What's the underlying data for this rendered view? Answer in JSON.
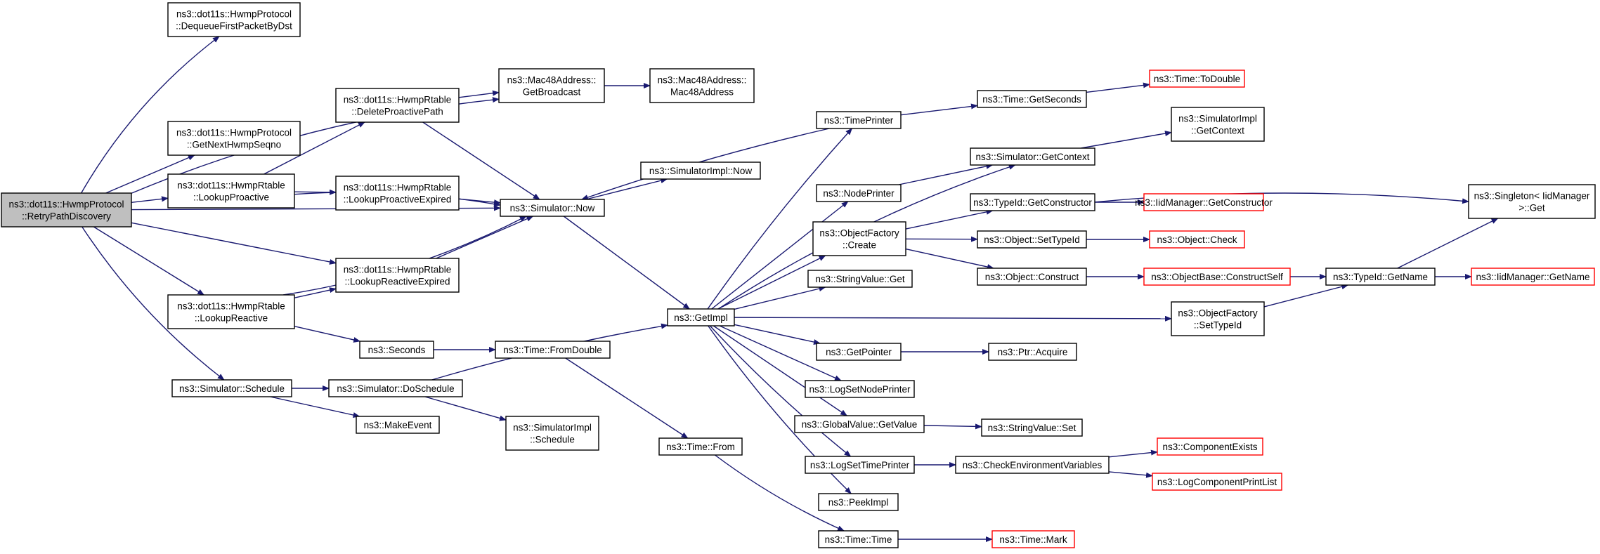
{
  "diagram": {
    "colors": {
      "edge": "#191970",
      "node_border": "#000000",
      "node_border_truncated": "#ff0000",
      "root_fill": "#bfbfbf",
      "node_fill": "#ffffff"
    },
    "nodes": [
      {
        "id": "root",
        "lines": [
          "ns3::dot11s::HwmpProtocol",
          "::RetryPathDiscovery"
        ],
        "kind": "root"
      },
      {
        "id": "dequeue",
        "lines": [
          "ns3::dot11s::HwmpProtocol",
          "::DequeueFirstPacketByDst"
        ],
        "kind": "normal"
      },
      {
        "id": "getnexthwmp",
        "lines": [
          "ns3::dot11s::HwmpProtocol",
          "::GetNextHwmpSeqno"
        ],
        "kind": "normal"
      },
      {
        "id": "lookupproactive",
        "lines": [
          "ns3::dot11s::HwmpRtable",
          "::LookupProactive"
        ],
        "kind": "normal"
      },
      {
        "id": "lookupreactive",
        "lines": [
          "ns3::dot11s::HwmpRtable",
          "::LookupReactive"
        ],
        "kind": "normal"
      },
      {
        "id": "schedule",
        "lines": [
          "ns3::Simulator::Schedule"
        ],
        "kind": "normal"
      },
      {
        "id": "deleteproactive",
        "lines": [
          "ns3::dot11s::HwmpRtable",
          "::DeleteProactivePath"
        ],
        "kind": "normal"
      },
      {
        "id": "lookupproexp",
        "lines": [
          "ns3::dot11s::HwmpRtable",
          "::LookupProactiveExpired"
        ],
        "kind": "normal"
      },
      {
        "id": "lookupreexp",
        "lines": [
          "ns3::dot11s::HwmpRtable",
          "::LookupReactiveExpired"
        ],
        "kind": "normal"
      },
      {
        "id": "seconds",
        "lines": [
          "ns3::Seconds"
        ],
        "kind": "normal"
      },
      {
        "id": "doschedule",
        "lines": [
          "ns3::Simulator::DoSchedule"
        ],
        "kind": "normal"
      },
      {
        "id": "makeevent",
        "lines": [
          "ns3::MakeEvent"
        ],
        "kind": "normal"
      },
      {
        "id": "getbroadcast",
        "lines": [
          "ns3::Mac48Address::",
          "GetBroadcast"
        ],
        "kind": "normal"
      },
      {
        "id": "mac48",
        "lines": [
          "ns3::Mac48Address::",
          "Mac48Address"
        ],
        "kind": "normal"
      },
      {
        "id": "simnow",
        "lines": [
          "ns3::Simulator::Now"
        ],
        "kind": "normal"
      },
      {
        "id": "simimplnow",
        "lines": [
          "ns3::SimulatorImpl::Now"
        ],
        "kind": "normal"
      },
      {
        "id": "fromdouble",
        "lines": [
          "ns3::Time::FromDouble"
        ],
        "kind": "normal"
      },
      {
        "id": "simimplschedule",
        "lines": [
          "ns3::SimulatorImpl",
          "::Schedule"
        ],
        "kind": "normal"
      },
      {
        "id": "getimpl",
        "lines": [
          "ns3::GetImpl"
        ],
        "kind": "normal"
      },
      {
        "id": "timefrom",
        "lines": [
          "ns3::Time::From"
        ],
        "kind": "normal"
      },
      {
        "id": "timeprinter",
        "lines": [
          "ns3::TimePrinter"
        ],
        "kind": "normal"
      },
      {
        "id": "nodeprinter",
        "lines": [
          "ns3::NodePrinter"
        ],
        "kind": "normal"
      },
      {
        "id": "objfactorycreate",
        "lines": [
          "ns3::ObjectFactory",
          "::Create"
        ],
        "kind": "normal"
      },
      {
        "id": "strvalget",
        "lines": [
          "ns3::StringValue::Get"
        ],
        "kind": "normal"
      },
      {
        "id": "getpointer",
        "lines": [
          "ns3::GetPointer"
        ],
        "kind": "normal"
      },
      {
        "id": "logsetnodeprinter",
        "lines": [
          "ns3::LogSetNodePrinter"
        ],
        "kind": "normal"
      },
      {
        "id": "globalvalueget",
        "lines": [
          "ns3::GlobalValue::GetValue"
        ],
        "kind": "normal"
      },
      {
        "id": "logsettimeprinter",
        "lines": [
          "ns3::LogSetTimePrinter"
        ],
        "kind": "normal"
      },
      {
        "id": "peekimpl",
        "lines": [
          "ns3::PeekImpl"
        ],
        "kind": "normal"
      },
      {
        "id": "timetime",
        "lines": [
          "ns3::Time::Time"
        ],
        "kind": "normal"
      },
      {
        "id": "timegetseconds",
        "lines": [
          "ns3::Time::GetSeconds"
        ],
        "kind": "normal"
      },
      {
        "id": "simgetcontext",
        "lines": [
          "ns3::Simulator::GetContext"
        ],
        "kind": "normal"
      },
      {
        "id": "typeidgetctor",
        "lines": [
          "ns3::TypeId::GetConstructor"
        ],
        "kind": "normal"
      },
      {
        "id": "objsettypeid",
        "lines": [
          "ns3::Object::SetTypeId"
        ],
        "kind": "normal"
      },
      {
        "id": "objconstruct",
        "lines": [
          "ns3::Object::Construct"
        ],
        "kind": "normal"
      },
      {
        "id": "objfactorysettypeid",
        "lines": [
          "ns3::ObjectFactory",
          "::SetTypeId"
        ],
        "kind": "normal"
      },
      {
        "id": "ptracquire",
        "lines": [
          "ns3::Ptr::Acquire"
        ],
        "kind": "normal"
      },
      {
        "id": "strvalset",
        "lines": [
          "ns3::StringValue::Set"
        ],
        "kind": "normal"
      },
      {
        "id": "checkenv",
        "lines": [
          "ns3::CheckEnvironmentVariables"
        ],
        "kind": "normal"
      },
      {
        "id": "timetodouble",
        "lines": [
          "ns3::Time::ToDouble"
        ],
        "kind": "truncated"
      },
      {
        "id": "simimplgetcontext",
        "lines": [
          "ns3::SimulatorImpl",
          "::GetContext"
        ],
        "kind": "normal"
      },
      {
        "id": "iidgetctor",
        "lines": [
          "ns3::IidManager::GetConstructor"
        ],
        "kind": "truncated"
      },
      {
        "id": "objcheck",
        "lines": [
          "ns3::Object::Check"
        ],
        "kind": "truncated"
      },
      {
        "id": "objbaseconstruct",
        "lines": [
          "ns3::ObjectBase::ConstructSelf"
        ],
        "kind": "truncated"
      },
      {
        "id": "typeidgetname",
        "lines": [
          "ns3::TypeId::GetName"
        ],
        "kind": "normal"
      },
      {
        "id": "compexists",
        "lines": [
          "ns3::ComponentExists"
        ],
        "kind": "truncated"
      },
      {
        "id": "logcompprint",
        "lines": [
          "ns3::LogComponentPrintList"
        ],
        "kind": "truncated"
      },
      {
        "id": "timemark",
        "lines": [
          "ns3::Time::Mark"
        ],
        "kind": "truncated"
      },
      {
        "id": "singleton",
        "lines": [
          "ns3::Singleton< IidManager",
          ">::Get"
        ],
        "kind": "normal"
      },
      {
        "id": "iidgetname",
        "lines": [
          "ns3::IidManager::GetName"
        ],
        "kind": "truncated"
      }
    ],
    "edges": [
      [
        "root",
        "dequeue"
      ],
      [
        "root",
        "getbroadcast"
      ],
      [
        "root",
        "getnexthwmp"
      ],
      [
        "root",
        "lookupproactive"
      ],
      [
        "root",
        "simnow"
      ],
      [
        "root",
        "lookupreexp"
      ],
      [
        "root",
        "lookupreactive"
      ],
      [
        "root",
        "schedule"
      ],
      [
        "lookupproactive",
        "deleteproactive"
      ],
      [
        "lookupproactive",
        "lookupproexp"
      ],
      [
        "lookupproactive",
        "simnow"
      ],
      [
        "deleteproactive",
        "getbroadcast"
      ],
      [
        "deleteproactive",
        "simnow"
      ],
      [
        "lookupproexp",
        "simnow"
      ],
      [
        "lookupreexp",
        "simnow"
      ],
      [
        "lookupreactive",
        "lookupreexp"
      ],
      [
        "lookupreactive",
        "simnow"
      ],
      [
        "lookupreactive",
        "seconds"
      ],
      [
        "schedule",
        "doschedule"
      ],
      [
        "schedule",
        "makeevent"
      ],
      [
        "seconds",
        "fromdouble"
      ],
      [
        "doschedule",
        "getimpl"
      ],
      [
        "doschedule",
        "simimplschedule"
      ],
      [
        "getbroadcast",
        "mac48"
      ],
      [
        "simnow",
        "simimplnow"
      ],
      [
        "simnow",
        "getimpl"
      ],
      [
        "fromdouble",
        "timefrom"
      ],
      [
        "timefrom",
        "timetime"
      ],
      [
        "timeprinter",
        "simnow"
      ],
      [
        "timeprinter",
        "timegetseconds"
      ],
      [
        "getimpl",
        "timeprinter"
      ],
      [
        "getimpl",
        "nodeprinter"
      ],
      [
        "getimpl",
        "objfactorycreate"
      ],
      [
        "getimpl",
        "strvalget"
      ],
      [
        "getimpl",
        "getpointer"
      ],
      [
        "getimpl",
        "logsetnodeprinter"
      ],
      [
        "getimpl",
        "globalvalueget"
      ],
      [
        "getimpl",
        "logsettimeprinter"
      ],
      [
        "getimpl",
        "peekimpl"
      ],
      [
        "getimpl",
        "simgetcontext"
      ],
      [
        "getimpl",
        "objfactorysettypeid"
      ],
      [
        "timetime",
        "timemark"
      ],
      [
        "timegetseconds",
        "timetodouble"
      ],
      [
        "nodeprinter",
        "simgetcontext"
      ],
      [
        "simgetcontext",
        "simimplgetcontext"
      ],
      [
        "objfactorycreate",
        "typeidgetctor"
      ],
      [
        "objfactorycreate",
        "objsettypeid"
      ],
      [
        "objfactorycreate",
        "objconstruct"
      ],
      [
        "typeidgetctor",
        "iidgetctor"
      ],
      [
        "typeidgetctor",
        "singleton"
      ],
      [
        "objsettypeid",
        "objcheck"
      ],
      [
        "objconstruct",
        "objbaseconstruct"
      ],
      [
        "objbaseconstruct",
        "typeidgetname"
      ],
      [
        "objfactorysettypeid",
        "typeidgetname"
      ],
      [
        "typeidgetname",
        "singleton"
      ],
      [
        "typeidgetname",
        "iidgetname"
      ],
      [
        "getpointer",
        "ptracquire"
      ],
      [
        "globalvalueget",
        "strvalset"
      ],
      [
        "logsettimeprinter",
        "checkenv"
      ],
      [
        "checkenv",
        "compexists"
      ],
      [
        "checkenv",
        "logcompprint"
      ]
    ]
  }
}
